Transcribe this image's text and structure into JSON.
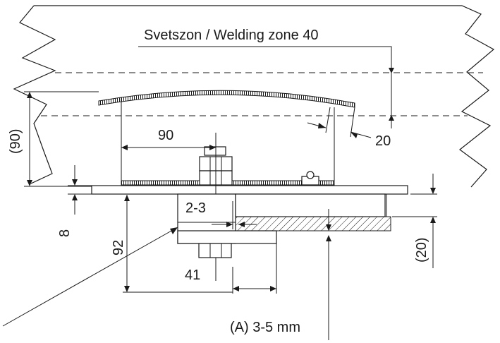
{
  "labels": {
    "welding_zone": "Svetszon / Welding zone 40",
    "dim_90_vertical": "(90)",
    "dim_90_horizontal": "90",
    "dim_20_weld": "20",
    "dim_8": "8",
    "dim_92": "92",
    "dim_2_3": "2-3",
    "dim_20_bracket": "(20)",
    "dim_41": "41",
    "gap_a": "(A) 3-5 mm"
  }
}
